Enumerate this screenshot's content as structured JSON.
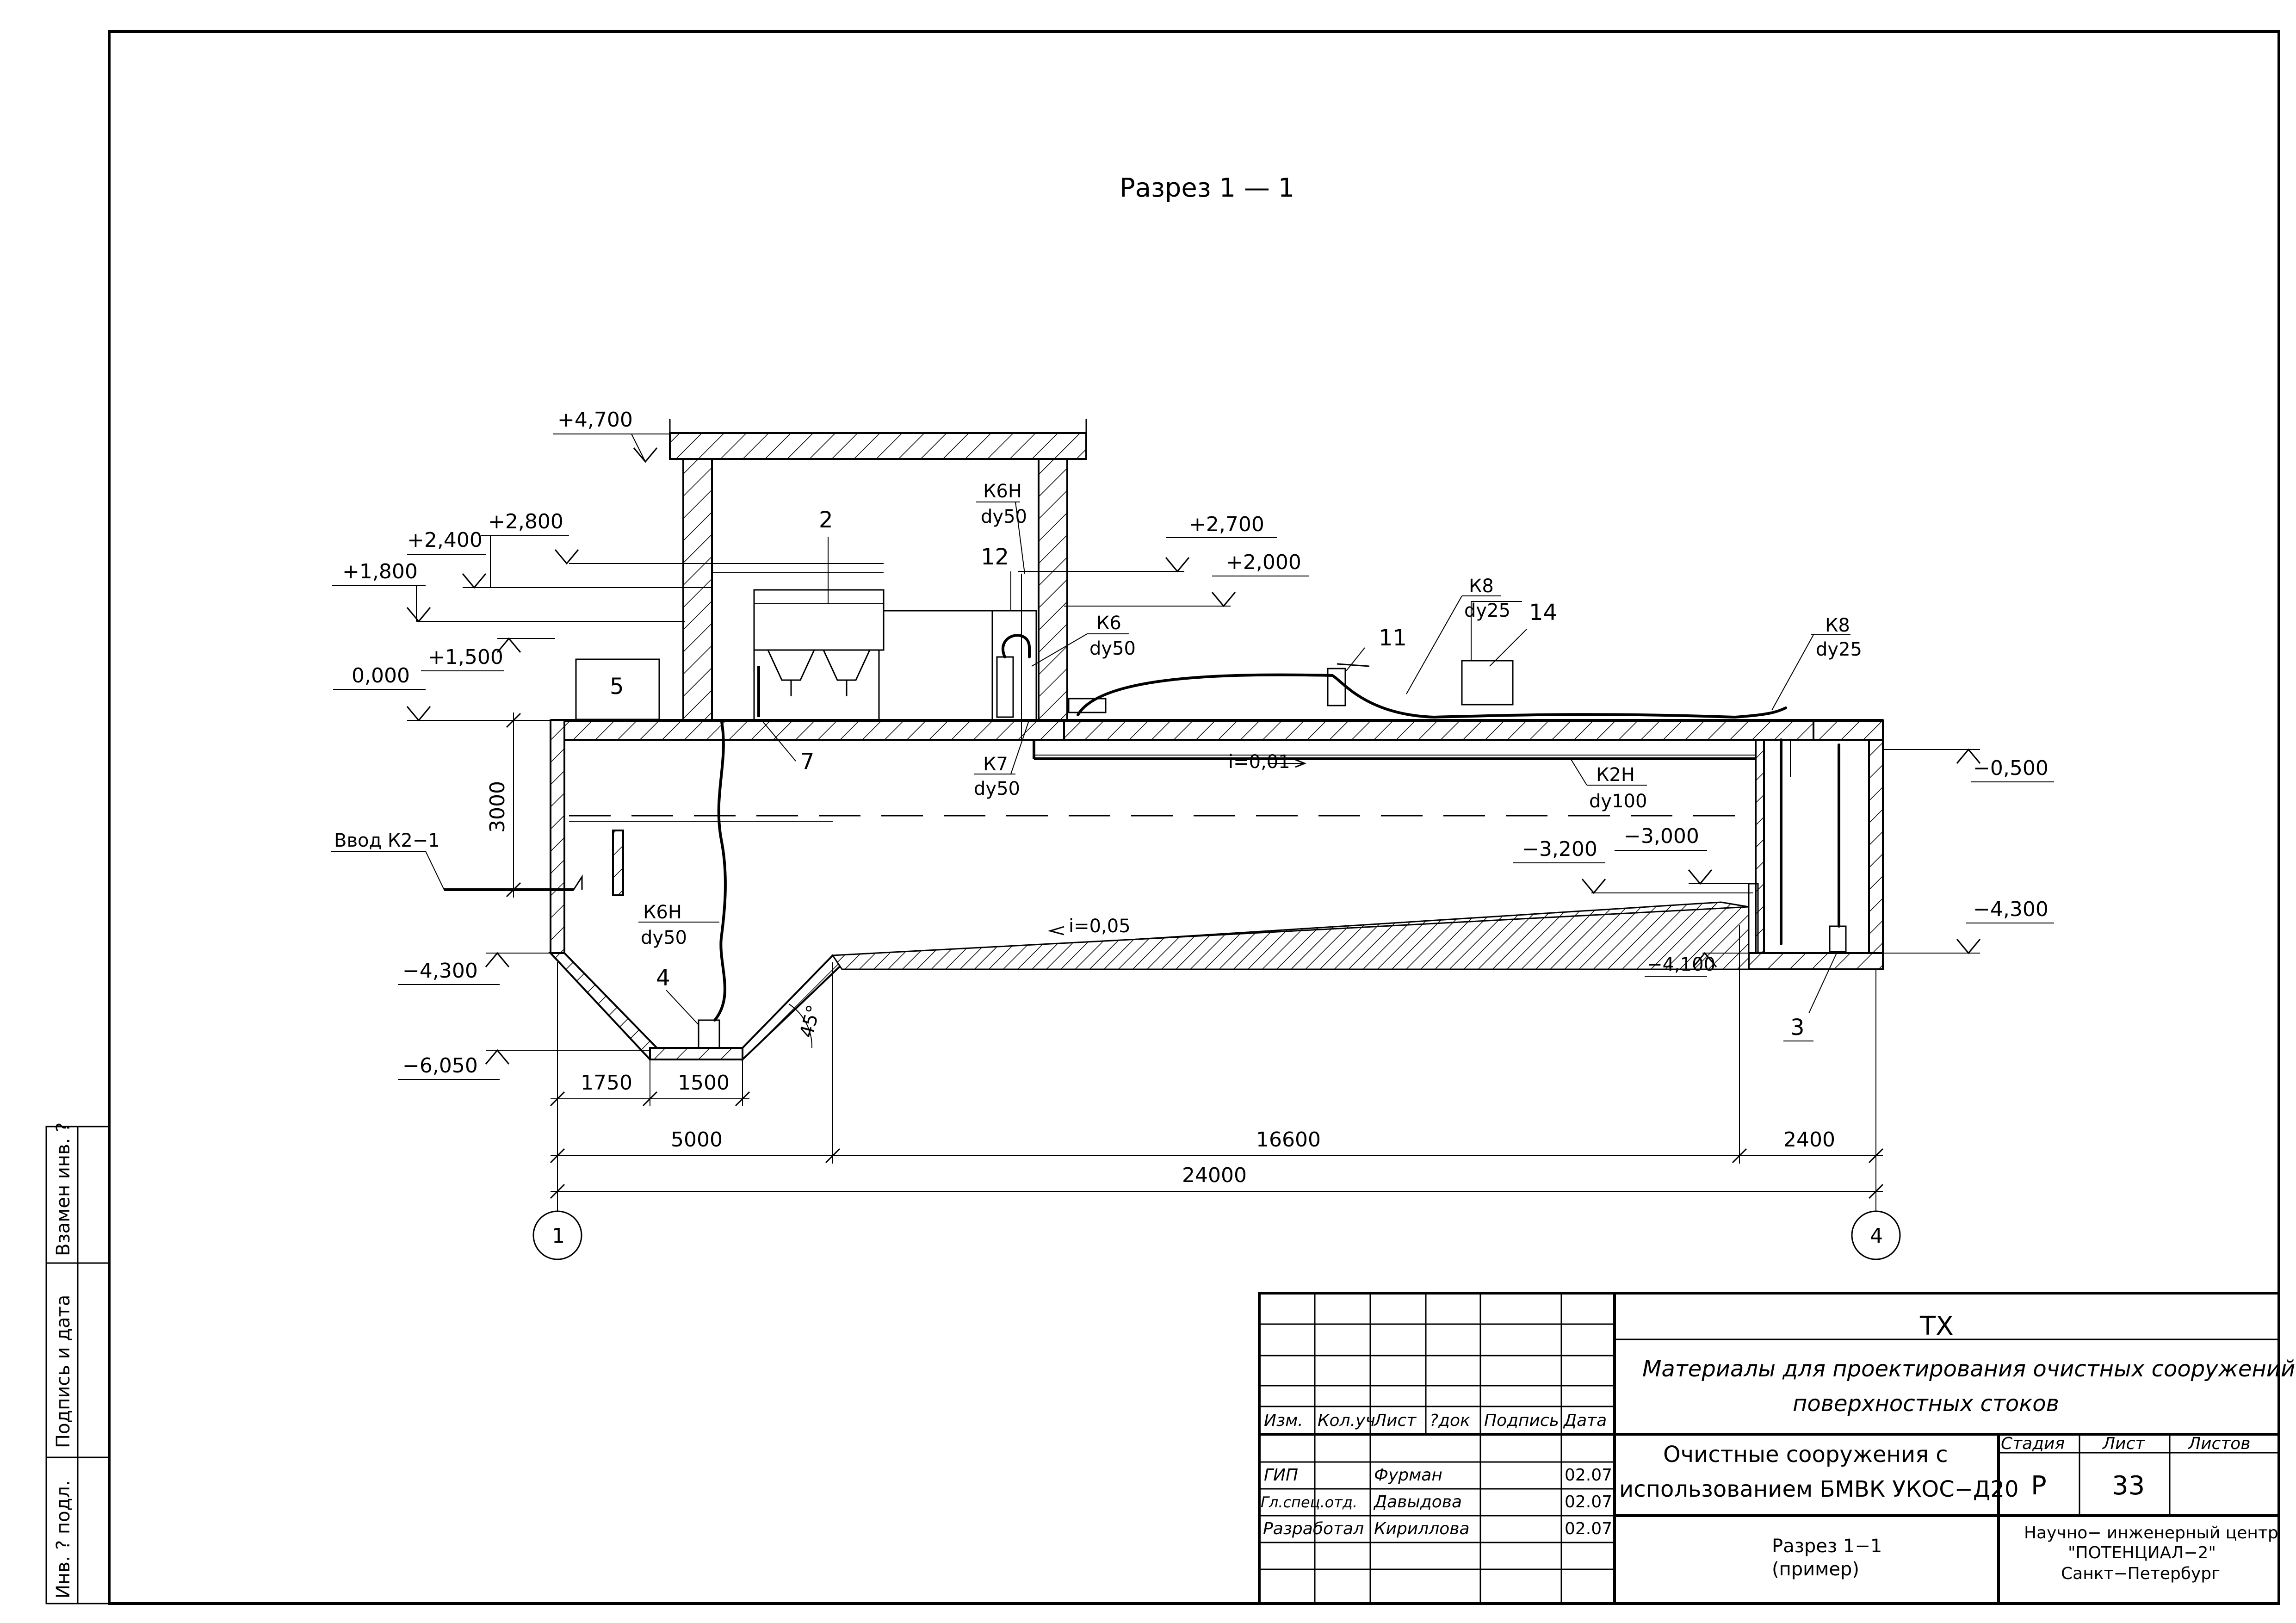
{
  "title": "Разрез 1 — 1",
  "elevations": {
    "e4700": "+4,700",
    "e2800": "+2,800",
    "e2400": "+2,400",
    "e1800": "+1,800",
    "e1500": "+1,500",
    "e0000": "0,000",
    "e2700": "+2,700",
    "e2000": "+2,000",
    "em0500": "−0,500",
    "em3200": "−3,200",
    "em3000": "−3,000",
    "em4300r": "−4,300",
    "em4100": "−4,100",
    "em4300l": "−4,300",
    "em6050": "−6,050"
  },
  "pipes": {
    "k6n_top": "К6Н",
    "k6n_top_d": "dy50",
    "k6": "К6",
    "k6_d": "dy50",
    "k7": "К7",
    "k7_d": "dy50",
    "k8a": "К8",
    "k8a_d": "dy25",
    "k8b": "К8",
    "k8b_d": "dy25",
    "k2n": "К2Н",
    "k2n_d": "dy100",
    "k6n_low": "К6Н",
    "k6n_low_d": "dy50",
    "inlet": "Ввод К2−1",
    "slope1": "i=0,01",
    "slope2": "i=0,05"
  },
  "items": {
    "n2": "2",
    "n3": "3",
    "n4": "4",
    "n5": "5",
    "n7": "7",
    "n11": "11",
    "n12": "12",
    "n14": "14"
  },
  "dims": {
    "d3000": "3000",
    "d1750": "1750",
    "d1500": "1500",
    "d5000": "5000",
    "d16600": "16600",
    "d2400": "2400",
    "d24000": "24000",
    "angle": "45°"
  },
  "axes": {
    "a1": "1",
    "a4": "4"
  },
  "side_stamp": {
    "f1": "Взамен инв. ?",
    "f2": "Подпись и дата",
    "f3": "Инв. ? подл."
  },
  "title_block": {
    "code": "ТХ",
    "project_line1": "Материалы для проектирования очистных сооружений",
    "project_line2": "поверхностных стоков",
    "object_line1": "Очистные сооружения с",
    "object_line2": "использованием БМВК УКОС−Д20",
    "sheet_line1": "Разрез 1−1",
    "sheet_line2": "(пример)",
    "org_line1": "Научно− инженерный центр",
    "org_line2": "\"ПОТЕНЦИАЛ−2\"",
    "org_line3": "Санкт−Петербург",
    "hdr_stage": "Стадия",
    "hdr_sheet": "Лист",
    "hdr_sheets": "Листов",
    "stage": "Р",
    "sheet": "33",
    "col_izm": "Изм.",
    "col_kol": "Кол.уч",
    "col_list": "Лист",
    "col_doc": "?док",
    "col_sign": "Подпись",
    "col_date": "Дата",
    "rows": [
      {
        "role": "ГИП",
        "name": "Фурман",
        "date": "02.07"
      },
      {
        "role": "Гл.спец.отд.",
        "name": "Давыдова",
        "date": "02.07"
      },
      {
        "role": "Разработал",
        "name": "Кириллова",
        "date": "02.07"
      }
    ]
  }
}
